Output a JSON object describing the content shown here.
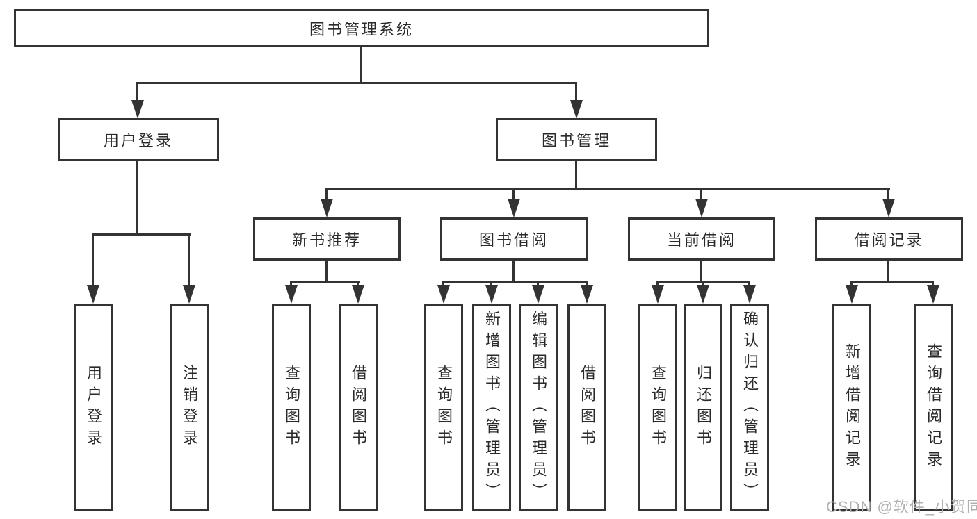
{
  "diagram": {
    "root": {
      "label": "图书管理系统"
    },
    "branches": [
      {
        "label": "用户登录",
        "children": [
          {
            "label": "用户登录"
          },
          {
            "label": "注销登录"
          }
        ]
      },
      {
        "label": "图书管理",
        "children": [
          {
            "label": "新书推荐",
            "children": [
              {
                "label": "查询图书"
              },
              {
                "label": "借阅图书"
              }
            ]
          },
          {
            "label": "图书借阅",
            "children": [
              {
                "label": "查询图书"
              },
              {
                "label": "新增图书（管理员）"
              },
              {
                "label": "编辑图书（管理员）"
              },
              {
                "label": "借阅图书"
              }
            ]
          },
          {
            "label": "当前借阅",
            "children": [
              {
                "label": "查询图书"
              },
              {
                "label": "归还图书"
              },
              {
                "label": "确认归还（管理员）"
              }
            ]
          },
          {
            "label": "借阅记录",
            "children": [
              {
                "label": "新增借阅记录"
              },
              {
                "label": "查询借阅记录"
              }
            ]
          }
        ]
      }
    ]
  },
  "watermark": {
    "text": "CSDN @软件_小贺同学"
  },
  "colors": {
    "line": "#333333",
    "text": "#2a2a2a",
    "background": "#ffffff",
    "watermark": "#b0b0b0"
  }
}
